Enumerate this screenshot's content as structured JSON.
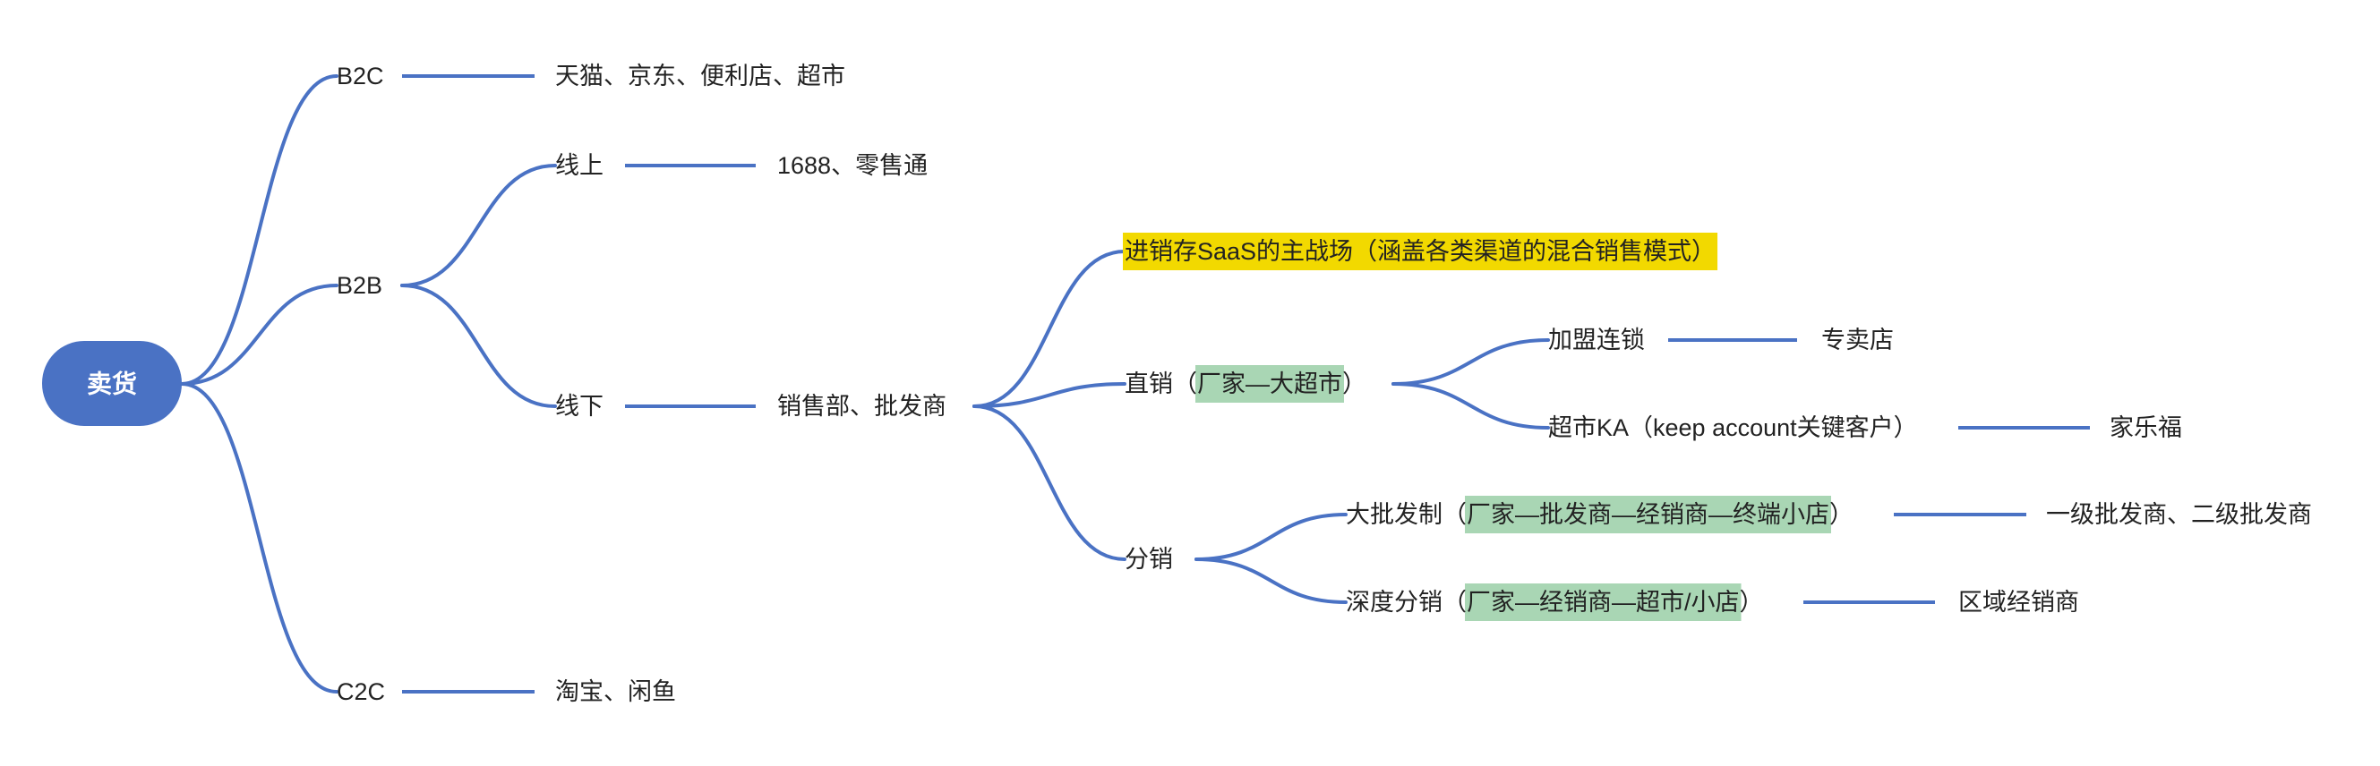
{
  "colors": {
    "line": "#4a72c4",
    "root": "#4a72c4",
    "highlight_yellow": "#f2d900",
    "highlight_green": "#a9d6b4"
  },
  "mindmap": {
    "root": "卖货",
    "nodes": {
      "b2c": "B2C",
      "b2c_leaf": "天猫、京东、便利店、超市",
      "b2b": "B2B",
      "online": "线上",
      "online_leaf": "1688、零售通",
      "offline": "线下",
      "offline_leaf": "销售部、批发商",
      "c2c": "C2C",
      "c2c_leaf": "淘宝、闲鱼",
      "saas": "进销存SaaS的主战场（涵盖各类渠道的混合销售模式）",
      "direct_prefix": "直销（",
      "direct_hl": "厂家—大超市",
      "direct_suffix": "）",
      "franchise": "加盟连锁",
      "franchise_leaf": "专卖店",
      "ka": "超市KA（keep account关键客户）",
      "ka_leaf": "家乐福",
      "distribution": "分销",
      "wholesale_prefix": "大批发制（",
      "wholesale_hl": "厂家—批发商—经销商—终端小店",
      "wholesale_suffix": "）",
      "wholesale_leaf": "一级批发商、二级批发商",
      "deep_prefix": "深度分销（",
      "deep_hl": "厂家—经销商—超市/小店",
      "deep_suffix": "）",
      "deep_leaf": "区域经销商"
    }
  }
}
